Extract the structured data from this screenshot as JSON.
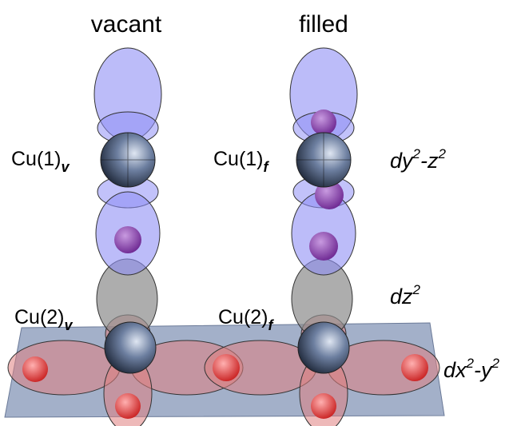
{
  "headers": {
    "left": "vacant",
    "right": "filled"
  },
  "atoms": {
    "cu1_v": {
      "base": "Cu(1)",
      "sub": "v"
    },
    "cu2_v": {
      "base": "Cu(2)",
      "sub": "v"
    },
    "cu1_f": {
      "base": "Cu(1)",
      "sub": "f"
    },
    "cu2_f": {
      "base": "Cu(2)",
      "sub": "f"
    }
  },
  "orbitals": {
    "dy2_z2": {
      "a": "dy",
      "a_sup": "2",
      "b": "-z",
      "b_sup": "2"
    },
    "dz2": {
      "a": "dz",
      "a_sup": "2"
    },
    "dx2_y2": {
      "a": "dx",
      "a_sup": "2",
      "b": "-y",
      "b_sup": "2"
    }
  },
  "colors": {
    "blue_lobe": "#8f8ff5",
    "gray_lobe": "#9a9a9a",
    "red_lobe": "#e08080",
    "plane": "#8c9cbc",
    "atom": "#3b4a63",
    "purple_atom": "#8a3fb0",
    "red_atom": "#e04040"
  }
}
